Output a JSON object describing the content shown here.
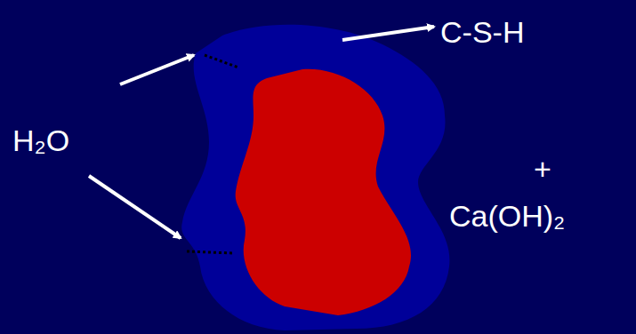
{
  "diagram": {
    "labels": [
      "H₂O",
      "C-S-H",
      "+",
      "Ca(OH)₂"
    ]
  }
}
